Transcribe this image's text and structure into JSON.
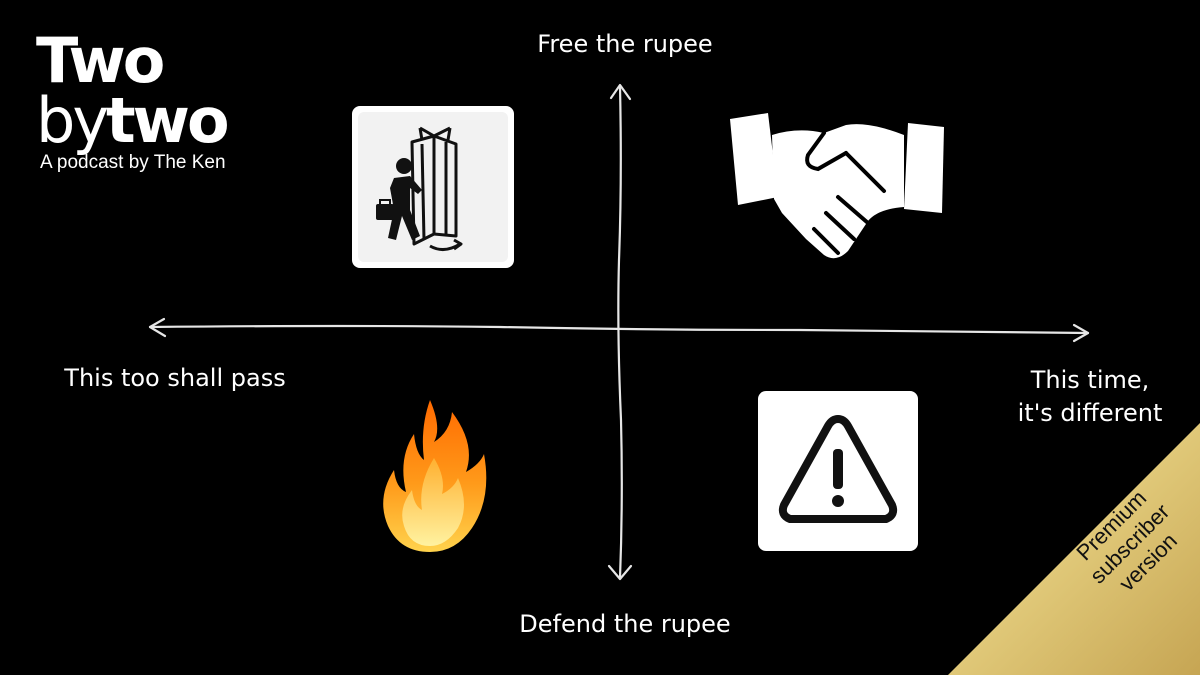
{
  "logo": {
    "line1": "Two",
    "line2_a": "by",
    "line2_b": "two",
    "subtitle": "A podcast by The Ken"
  },
  "axes": {
    "top": "Free the rupee",
    "bottom": "Defend the rupee",
    "left": "This too shall pass",
    "right_line1": "This time,",
    "right_line2": "it's different"
  },
  "quadrants": {
    "top_left": "revolving-door-businessman-icon",
    "top_right": "handshake-icon",
    "bottom_left": "fire-icon",
    "bottom_right": "warning-icon"
  },
  "ribbon": {
    "line1": "Premium",
    "line2": "subscriber",
    "line3": "version",
    "color": "#c9ab55"
  }
}
